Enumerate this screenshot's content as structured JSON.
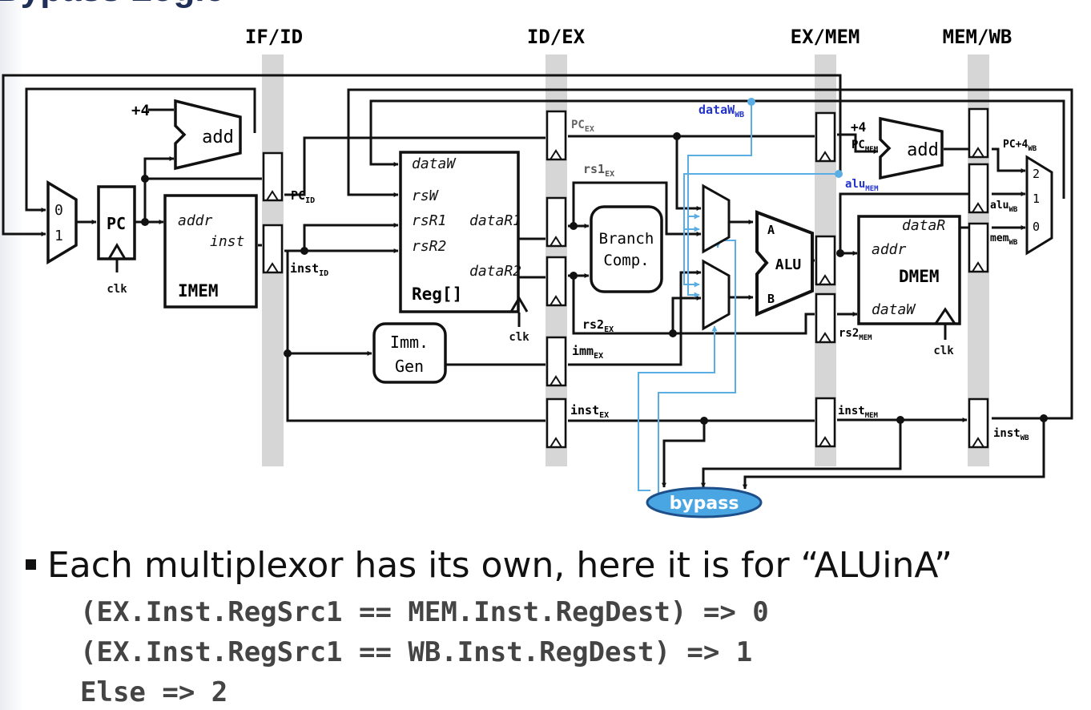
{
  "title": "Bypass Logic",
  "stages": [
    "IF/ID",
    "ID/EX",
    "EX/MEM",
    "MEM/WB"
  ],
  "blocks": {
    "pc": "PC",
    "imem": "IMEM",
    "imem_addr": "addr",
    "imem_inst": "inst",
    "add_if": "add",
    "add_mem": "add",
    "plus4_if": "+4",
    "plus4_mem": "+4",
    "reg": "Reg[]",
    "reg_dataw": "dataW",
    "reg_rsw": "rsW",
    "reg_rsr1": "rsR1",
    "reg_rsr2": "rsR2",
    "reg_datar1": "dataR1",
    "reg_datar2": "dataR2",
    "branch_1": "Branch",
    "branch_2": "Comp.",
    "imm_1": "Imm.",
    "imm_2": "Gen",
    "alu": "ALU",
    "alu_a": "A",
    "alu_b": "B",
    "dmem": "DMEM",
    "dmem_datar": "dataR",
    "dmem_addr": "addr",
    "dmem_dataw": "dataW",
    "clk": "clk",
    "mux_pc_0": "0",
    "mux_pc_1": "1",
    "mux_wb_2": "2",
    "mux_wb_1": "1",
    "mux_wb_0": "0",
    "bypass": "bypass"
  },
  "signals": {
    "pc_id": {
      "base": "PC",
      "sub": "ID"
    },
    "inst_id": {
      "base": "inst",
      "sub": "ID"
    },
    "pc_ex": {
      "base": "PC",
      "sub": "EX"
    },
    "rs1_ex": {
      "base": "rs1",
      "sub": "EX"
    },
    "rs2_ex": {
      "base": "rs2",
      "sub": "EX"
    },
    "imm_ex": {
      "base": "imm",
      "sub": "EX"
    },
    "inst_ex": {
      "base": "inst",
      "sub": "EX"
    },
    "pc_mem": {
      "base": "PC",
      "sub": "MEM"
    },
    "alu_mem": {
      "base": "alu",
      "sub": "MEM"
    },
    "rs2_mem": {
      "base": "rs2",
      "sub": "MEM"
    },
    "inst_mem": {
      "base": "inst",
      "sub": "MEM"
    },
    "datawb": {
      "base": "dataW",
      "sub": "WB"
    },
    "pc4_wb": {
      "base": "PC+4",
      "sub": "WB"
    },
    "alu_wb": {
      "base": "alu",
      "sub": "WB"
    },
    "mem_wb": {
      "base": "mem",
      "sub": "WB"
    },
    "inst_wb": {
      "base": "inst",
      "sub": "WB"
    }
  },
  "colors": {
    "wire": "#111111",
    "bypass_wire": "#5aaee4",
    "bypass_fill": "#4aa6e2",
    "blue_label": "#2233cc",
    "stage_bar": "#d6d6d6",
    "title": "#1f2f57"
  },
  "bullet": "Each multiplexor has its own, here it is for “ALUinA”",
  "rules": [
    "(EX.Inst.RegSrc1 == MEM.Inst.RegDest) => 0",
    "(EX.Inst.RegSrc1 == WB.Inst.RegDest) => 1",
    "Else => 2"
  ]
}
